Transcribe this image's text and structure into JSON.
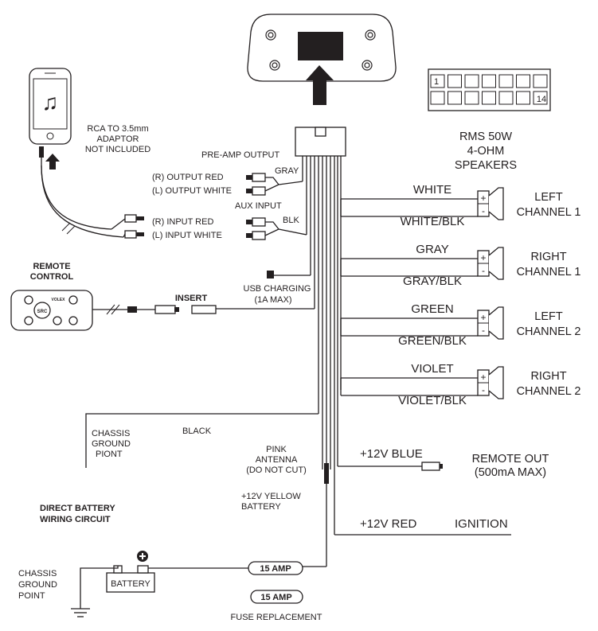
{
  "head_unit": {
    "connector_pins": {
      "first": "1",
      "last": "14"
    }
  },
  "phone": {
    "note": [
      "RCA TO 3.5mm",
      "ADAPTOR",
      "NOT INCLUDED"
    ]
  },
  "preamp": {
    "title": "PRE-AMP OUTPUT",
    "right": "(R) OUTPUT RED",
    "left": "(L) OUTPUT WHITE",
    "wire": "GRAY"
  },
  "aux": {
    "title": "AUX INPUT",
    "right": "(R) INPUT RED",
    "left": "(L) INPUT WHITE",
    "wire": "BLK"
  },
  "usb": {
    "label": [
      "USB CHARGING",
      "(1A MAX)"
    ]
  },
  "remote": {
    "title": [
      "REMOTE",
      "CONTROL"
    ],
    "insert": "INSERT",
    "brand": "VOLEX",
    "center_button": "SRC"
  },
  "speakers": {
    "spec": [
      "RMS 50W",
      "4-OHM",
      "SPEAKERS"
    ],
    "channels": [
      {
        "pos": "WHITE",
        "neg": "WHITE/BLK",
        "name": [
          "LEFT",
          "CHANNEL 1"
        ]
      },
      {
        "pos": "GRAY",
        "neg": "GRAY/BLK",
        "name": [
          "RIGHT",
          "CHANNEL 1"
        ]
      },
      {
        "pos": "GREEN",
        "neg": "GREEN/BLK",
        "name": [
          "LEFT",
          "CHANNEL 2"
        ]
      },
      {
        "pos": "VIOLET",
        "neg": "VIOLET/BLK",
        "name": [
          "RIGHT",
          "CHANNEL 2"
        ]
      }
    ],
    "plus": "+",
    "minus": "-"
  },
  "ground": {
    "chassis_top": [
      "CHASSIS",
      "GROUND",
      "PIONT"
    ],
    "black_wire": "BLACK",
    "chassis_bottom": [
      "CHASSIS",
      "GROUND",
      "POINT"
    ]
  },
  "antenna": {
    "label": [
      "PINK",
      "ANTENNA",
      "(DO NOT CUT)"
    ]
  },
  "battery_wire": {
    "label": [
      "+12V YELLOW",
      "BATTERY"
    ]
  },
  "remote_out": {
    "wire": "+12V BLUE",
    "label": [
      "REMOTE OUT",
      "(500mA MAX)"
    ]
  },
  "ignition": {
    "wire": "+12V RED",
    "label": "IGNITION"
  },
  "direct_battery": {
    "title": [
      "DIRECT BATTERY",
      "WIRING CIRCUIT"
    ]
  },
  "battery": {
    "label": "BATTERY"
  },
  "fuse": {
    "label": "15 AMP",
    "replacement_label": "15 AMP",
    "replacement_caption": "FUSE REPLACEMENT"
  },
  "colors": {
    "ink": "#231f20",
    "background": "#ffffff"
  }
}
